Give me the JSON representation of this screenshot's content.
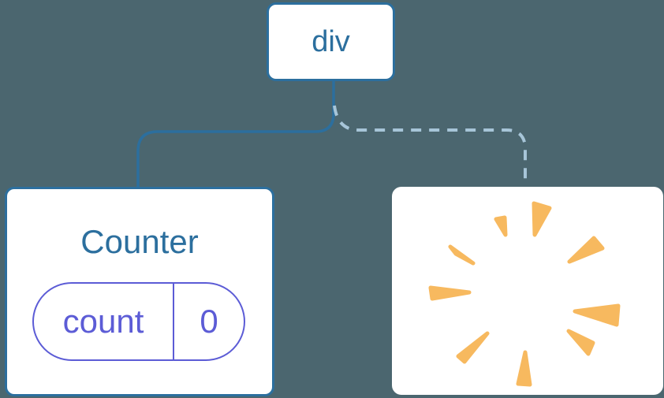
{
  "diagram": {
    "kind": "component-tree",
    "background": "#4B666F",
    "root": {
      "label": "div"
    },
    "children": [
      {
        "name": "counter",
        "title": "Counter",
        "state": {
          "key": "count",
          "value": "0"
        },
        "edge_style": "solid"
      },
      {
        "name": "removed-component",
        "icon": "poof-starburst",
        "edge_style": "dashed"
      }
    ],
    "colors": {
      "background": "#4B666F",
      "node_accent": "#2C6F9E",
      "state_accent": "#5C5CD6",
      "dashed_edge": "#A7C5D8",
      "poof": "#F7B95F",
      "card_bg": "#FFFFFF"
    }
  }
}
